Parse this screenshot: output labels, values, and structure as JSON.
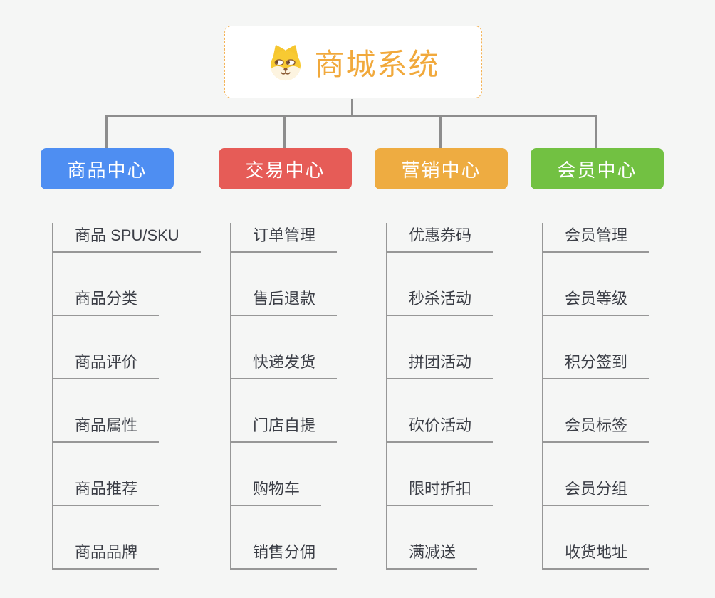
{
  "canvas": {
    "background": "#f5f6f5",
    "connector_color": "#8d8d8d",
    "leaf_line_color": "#979797",
    "leaf_text_color": "#3b3e46"
  },
  "root": {
    "title": "商城系统",
    "icon": "dog-mascot-icon",
    "title_color": "#f1a93c",
    "border_color": "#f4b254"
  },
  "branches": [
    {
      "slug": "product-center",
      "label": "商品中心",
      "color": "#4e8ef2",
      "children": [
        "商品 SPU/SKU",
        "商品分类",
        "商品评价",
        "商品属性",
        "商品推荐",
        "商品品牌"
      ]
    },
    {
      "slug": "trade-center",
      "label": "交易中心",
      "color": "#e65c57",
      "children": [
        "订单管理",
        "售后退款",
        "快递发货",
        "门店自提",
        "购物车",
        "销售分佣"
      ]
    },
    {
      "slug": "marketing-center",
      "label": "营销中心",
      "color": "#eeac41",
      "children": [
        "优惠券码",
        "秒杀活动",
        "拼团活动",
        "砍价活动",
        "限时折扣",
        "满减送"
      ]
    },
    {
      "slug": "member-center",
      "label": "会员中心",
      "color": "#72c142",
      "children": [
        "会员管理",
        "会员等级",
        "积分签到",
        "会员标签",
        "会员分组",
        "收货地址"
      ]
    }
  ]
}
